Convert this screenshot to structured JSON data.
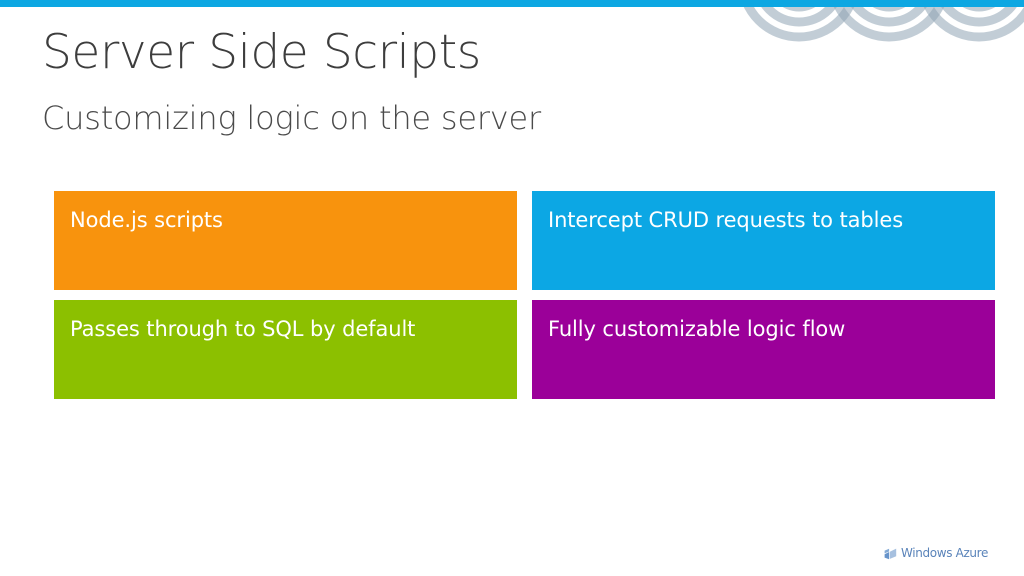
{
  "slide": {
    "title": "Server Side Scripts",
    "subtitle": "Customizing logic on the server",
    "top_bar_color": "#0DA7E2",
    "background_color": "#FFFFFF"
  },
  "decoration": {
    "arcs_icon": "concentric-arcs-decoration",
    "arc_color": "#9AAEBC",
    "arc_ring_count": 3
  },
  "tiles": [
    {
      "label": "Node.js scripts",
      "color": "#F8930D",
      "name": "tile-node-js-scripts",
      "class": "tile-orange"
    },
    {
      "label": "Intercept CRUD requests to tables",
      "color": "#0CA7E4",
      "name": "tile-intercept-crud-requests",
      "class": "tile-blue"
    },
    {
      "label": "Passes through to SQL by default",
      "color": "#8CC000",
      "name": "tile-passes-through-to-sql",
      "class": "tile-green"
    },
    {
      "label": "Fully customizable logic flow",
      "color": "#9B0099",
      "name": "tile-fully-customizable-logic-flow",
      "class": "tile-purple"
    }
  ],
  "footer": {
    "logo_icon": "windows-flag-icon",
    "logo_text": "Windows Azure",
    "logo_text_color": "#4C79B4"
  }
}
